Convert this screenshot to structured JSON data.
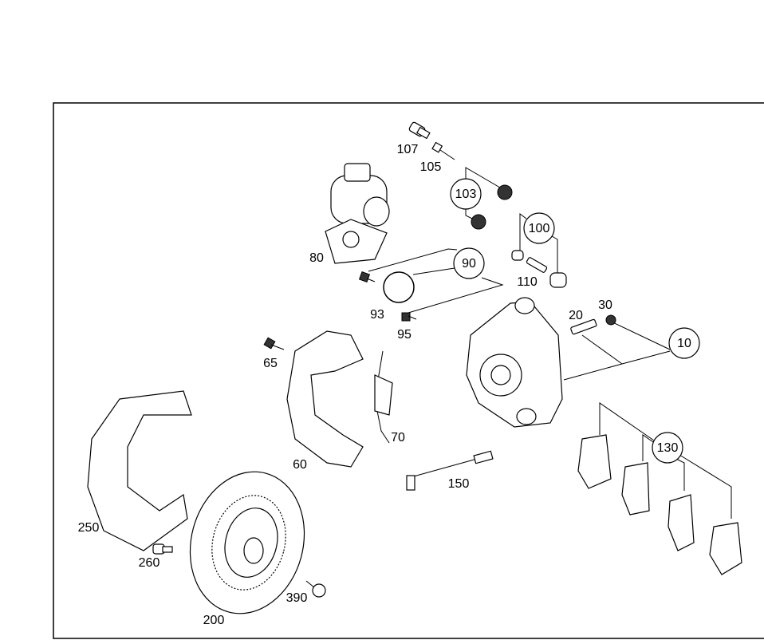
{
  "diagram": {
    "title": "Brake assembly exploded parts view",
    "parts": {
      "p10": "10",
      "p20": "20",
      "p30": "30",
      "p60": "60",
      "p65": "65",
      "p70": "70",
      "p80": "80",
      "p90": "90",
      "p93": "93",
      "p95": "95",
      "p100": "100",
      "p103": "103",
      "p105": "105",
      "p107": "107",
      "p110": "110",
      "p130": "130",
      "p150": "150",
      "p200": "200",
      "p250": "250",
      "p260": "260",
      "p390": "390"
    }
  }
}
